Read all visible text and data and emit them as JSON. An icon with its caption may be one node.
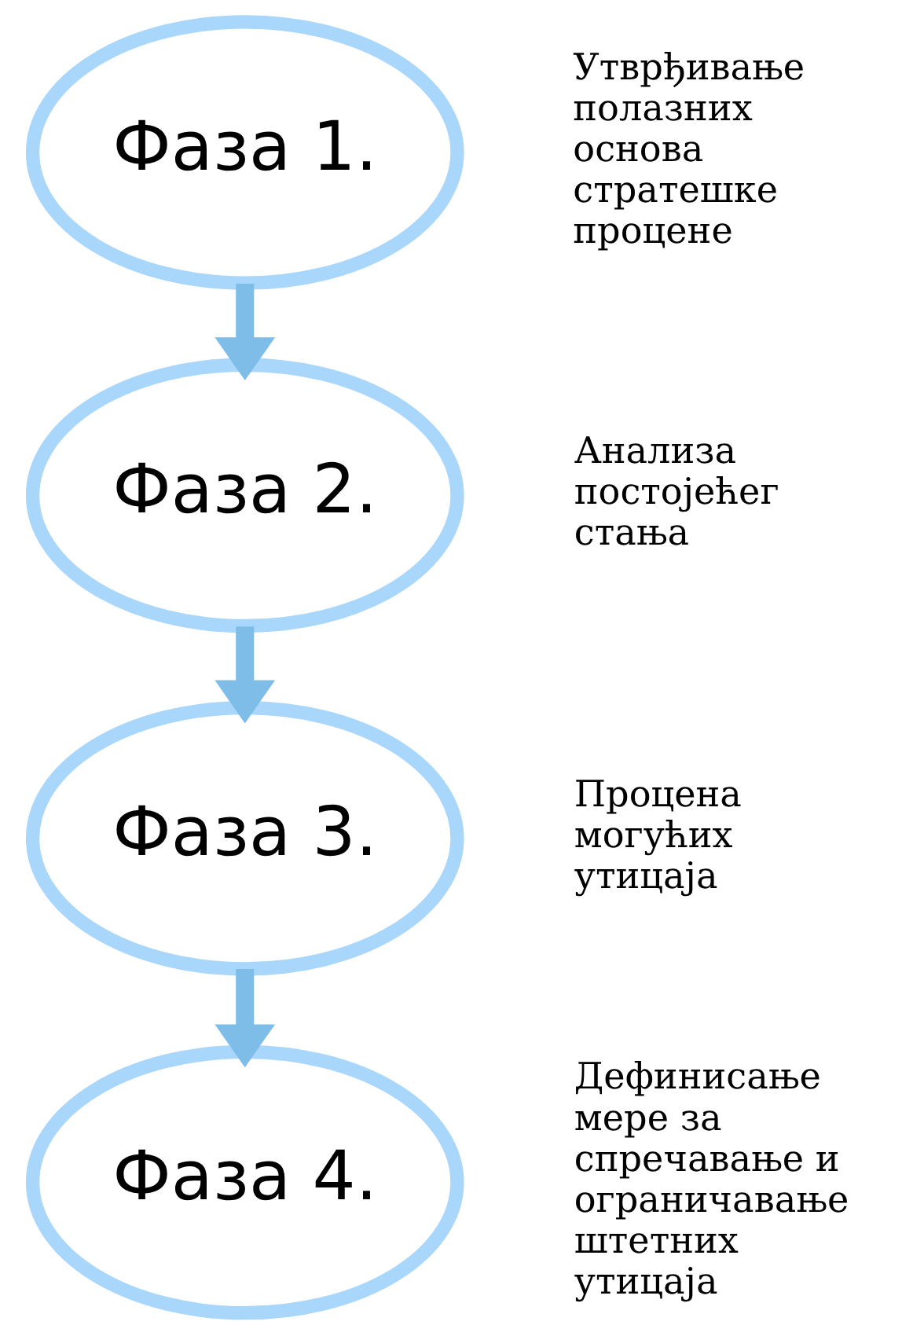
{
  "diagram": {
    "nodes": [
      {
        "text": [
          "Фаза 1."
        ],
        "beside": [
          "Утврђивање полазних основа стратешке процене"
        ]
      },
      {
        "text": [
          "Фаза 2."
        ],
        "beside": [
          "Анализа постојећег стања"
        ]
      },
      {
        "text": [
          "Фаза 3."
        ],
        "beside": [
          "Процена могућих утицаја"
        ]
      },
      {
        "text": [
          "Фаза 4."
        ],
        "beside": [
          "Дефинисање мере за спречавање и ограничавање штетних утицаја"
        ]
      }
    ],
    "edges": [
      {
        "from": 0,
        "to": 1,
        "arrow": "to"
      },
      {
        "from": 1,
        "to": 2,
        "arrow": "to"
      },
      {
        "from": 2,
        "to": 3,
        "arrow": "to"
      }
    ]
  }
}
